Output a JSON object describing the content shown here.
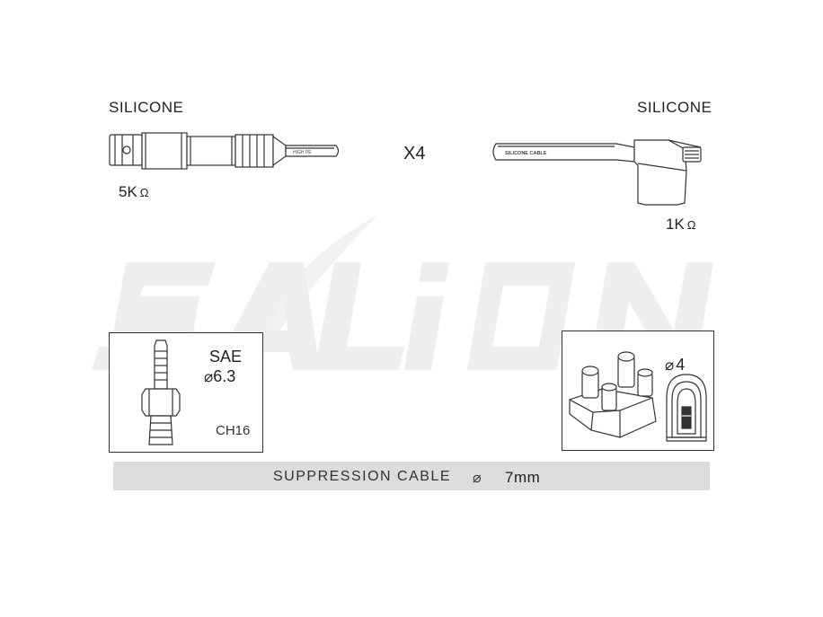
{
  "watermark": {
    "brand": "SALION"
  },
  "left_terminal": {
    "material_label": "SILICONE",
    "resistance_label": "5K",
    "resistance_unit": "Ω"
  },
  "right_terminal": {
    "material_label": "SILICONE",
    "resistance_label": "1K",
    "resistance_unit": "Ω"
  },
  "cable": {
    "print_left": "HIGH PE",
    "print_right": "SILICONE CABLE"
  },
  "quantity_label": "X4",
  "spark_plug_box": {
    "standard": "SAE",
    "diameter_symbol": "⌀",
    "diameter_value": "6.3",
    "hex_size": "CH16"
  },
  "distributor_box": {
    "diameter_symbol": "⌀",
    "diameter_value": "4"
  },
  "footer": {
    "label": "SUPPRESSION CABLE",
    "diameter_symbol": "⌀",
    "value": "7mm"
  },
  "colors": {
    "line": "#333333",
    "strip": "#dcdcdc",
    "watermark": "#eeeeee"
  }
}
